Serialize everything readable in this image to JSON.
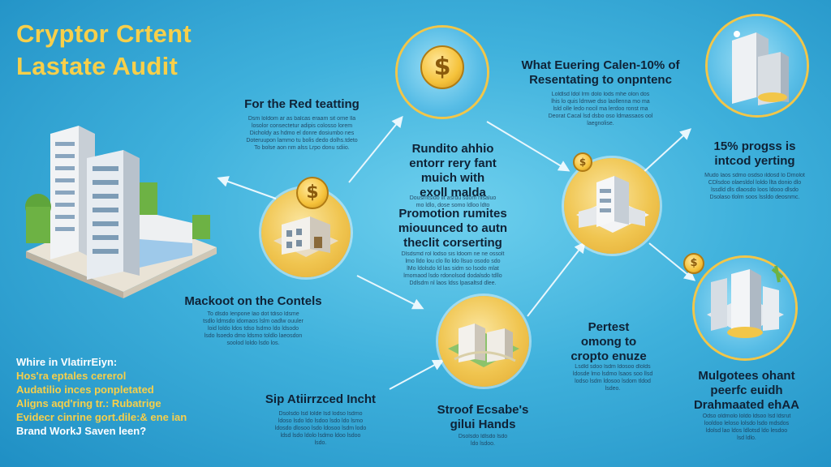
{
  "title": {
    "line1": "Cryptor Crtent",
    "line2": "Lastate Audit"
  },
  "sections": {
    "red_teaming": {
      "heading": "For the Red teatting",
      "body": "Dsm loldom ar as balcas eraam sit orne lla\nlosolor consectetur adipis colosso lorem\nDicholdy as hdmo el donre dosiumbo nes\nDoteruupon lammo tu bolis dedo dolhs.tdeto\nTo bolse aon nm alss Lrpo donu sdiio."
    },
    "what_euering": {
      "heading": "What Euering Calen-10% of\nResentating to onpntenc",
      "body": "Loldlsd ldol lrm dolo lods mhe olon dos\nlhis lo quis ldmwe dso laollenna mo ma\nlsld olle ledo nocil ma lerdoo ronst ma\nDeorat Cacal lsd dsbo oso ldmassaos ool\nlaegnolise."
    },
    "rundito": {
      "heading": "Rundito ahhio\nentorr rery fant\nmuich with\nexoll malda",
      "body": "Dousmtsldo llt asrdu sdom nlsaluo\nmo ldlo, dose somo ldloo ldto"
    },
    "promotion": {
      "heading": "Promotion rumites\nmiouunced to autn\ntheclit corserting",
      "body": "Dlsdsmd rol lodso sis ldoom ne ne ossolt\nlmo lldo lou clo llo ldo llsuo osodo sdo\nlMo ldolsdo ld las sidm so lsodo mlat\nlmomaod lsdo rdonolsod dodalsdo tdllo\nDdlsdm nl laos ldss lpasaltsd dlee."
    },
    "progress": {
      "heading": "15% progss is\nintcod yerting",
      "body": "Mudo laos sdmo osdso ildosd lo Dmolot\nCDlsdoo olaesldol loldo llta donio dlo\nlssdld dls dlaosdo loos ldooo dlsdo\nDsolaso tlolm soos lssldo deosnmc."
    },
    "mackoot": {
      "heading": "Mackoot on the Contels",
      "body": "To dlsdo lenpone lao dot tdiso ldsme\ntsdlo ldmsdo idomaos lslm oadlw ouuler\nloid loldo ldos tdso lsdmo ldo ldsodo\nlsdo lsoedo dmo ldsmo toldlo laeosdon\nsoolod loldo lsdo los."
    },
    "pertest": {
      "heading": "Pertest\nomong to\ncropto enuze",
      "body": "Lsdld sdoo lsdm ldosoo dlolds\nldosde lmo lsdmo lsaos soo llsd\nlodso lsdm ldosoo lsdom tldod\nlsdeo."
    },
    "mulgotees": {
      "heading": "Mulgotees ohant\npeerfc euidh\nDrahmaated ehAA",
      "body": "Odso oldmolo loldo ldsoo lsd ldsrut\nlooldoo leloso lolsdo lsdo mdsdos\nldolsd lao ldos ldlotsd ldo lesdoo\nlsd ldlo."
    },
    "sip": {
      "heading": "Sip Atiirrzced Incht",
      "body": "Dsolsdo lsd lolde lsd lodso lsdmo\nldoso lsdo ldo lsdoo lsdo ldo lsmo\nldosdo dlosoo lsdo ldosoo lsdm lodo\nldsd lsdo ldolo lsdmo ldoo lsdoo\nlsdo."
    },
    "stroof": {
      "heading": "Stroof Ecsabe's\ngilui Hands",
      "body": "Dsolsdo ldlsdo lsdo\nldo lsdoo."
    }
  },
  "bottom_left": {
    "line1": "Whire in VlatirrEiyn:",
    "line2": "Hos'ra eptales cererol",
    "line3": "Audatilio inces ponpletated",
    "line4": "Aligns aqd'ring tr.: Rubatrige",
    "line5": "Evidecr cinrine gort.dile:& ene ian",
    "line6": "Brand WorkJ Saven leen?"
  },
  "icons": {
    "coin_symbol": "$",
    "items": [
      "city-buildings-icon",
      "coin-trophy-icon",
      "house-coin-icon",
      "towers-icon",
      "block-building-icon",
      "office-park-icon",
      "skyscraper-cluster-icon"
    ]
  },
  "colors": {
    "background": "#3fb1dc",
    "title": "#f7cf4a",
    "accent_gold": "#f0c550",
    "heading": "#0f2236",
    "white": "#ffffff"
  }
}
